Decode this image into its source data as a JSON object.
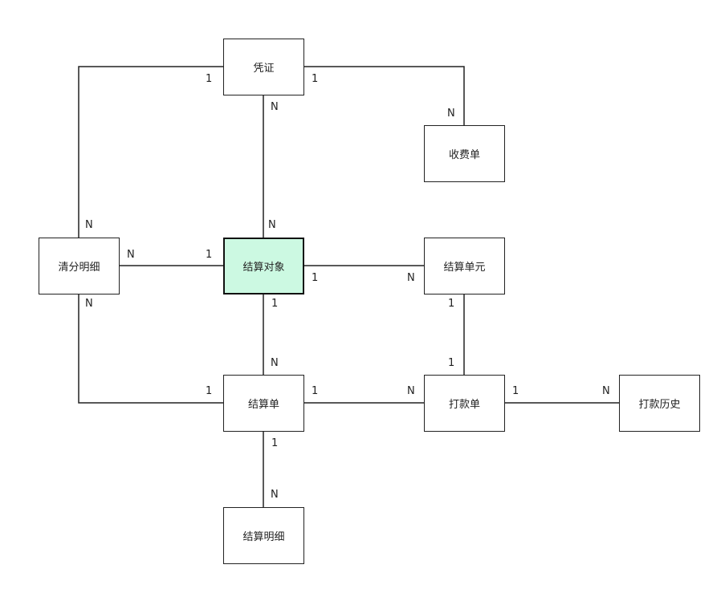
{
  "diagram": {
    "entities": {
      "voucher": "凭证",
      "fee_bill": "收费单",
      "clearing_detail": "清分明细",
      "settle_object": "结算对象",
      "settle_unit": "结算单元",
      "settle_bill": "结算单",
      "payment_bill": "打款单",
      "payment_history": "打款历史",
      "settle_detail": "结算明细"
    },
    "relations": [
      {
        "from": "voucher",
        "to": "clearing_detail",
        "from_card": "1",
        "to_card": "N"
      },
      {
        "from": "voucher",
        "to": "fee_bill",
        "from_card": "1",
        "to_card": "N"
      },
      {
        "from": "voucher",
        "to": "settle_object",
        "from_card": "N",
        "to_card": "N"
      },
      {
        "from": "clearing_detail",
        "to": "settle_object",
        "from_card": "N",
        "to_card": "1"
      },
      {
        "from": "settle_object",
        "to": "settle_unit",
        "from_card": "1",
        "to_card": "N"
      },
      {
        "from": "settle_object",
        "to": "settle_bill",
        "from_card": "1",
        "to_card": "N"
      },
      {
        "from": "clearing_detail",
        "to": "settle_bill",
        "from_card": "N",
        "to_card": "1"
      },
      {
        "from": "settle_unit",
        "to": "payment_bill",
        "from_card": "1",
        "to_card": "1"
      },
      {
        "from": "settle_bill",
        "to": "payment_bill",
        "from_card": "1",
        "to_card": "N"
      },
      {
        "from": "payment_bill",
        "to": "payment_history",
        "from_card": "1",
        "to_card": "N"
      },
      {
        "from": "settle_bill",
        "to": "settle_detail",
        "from_card": "1",
        "to_card": "N"
      }
    ],
    "colors": {
      "focus_fill": "#ccf9e2",
      "line": "#222222"
    }
  }
}
